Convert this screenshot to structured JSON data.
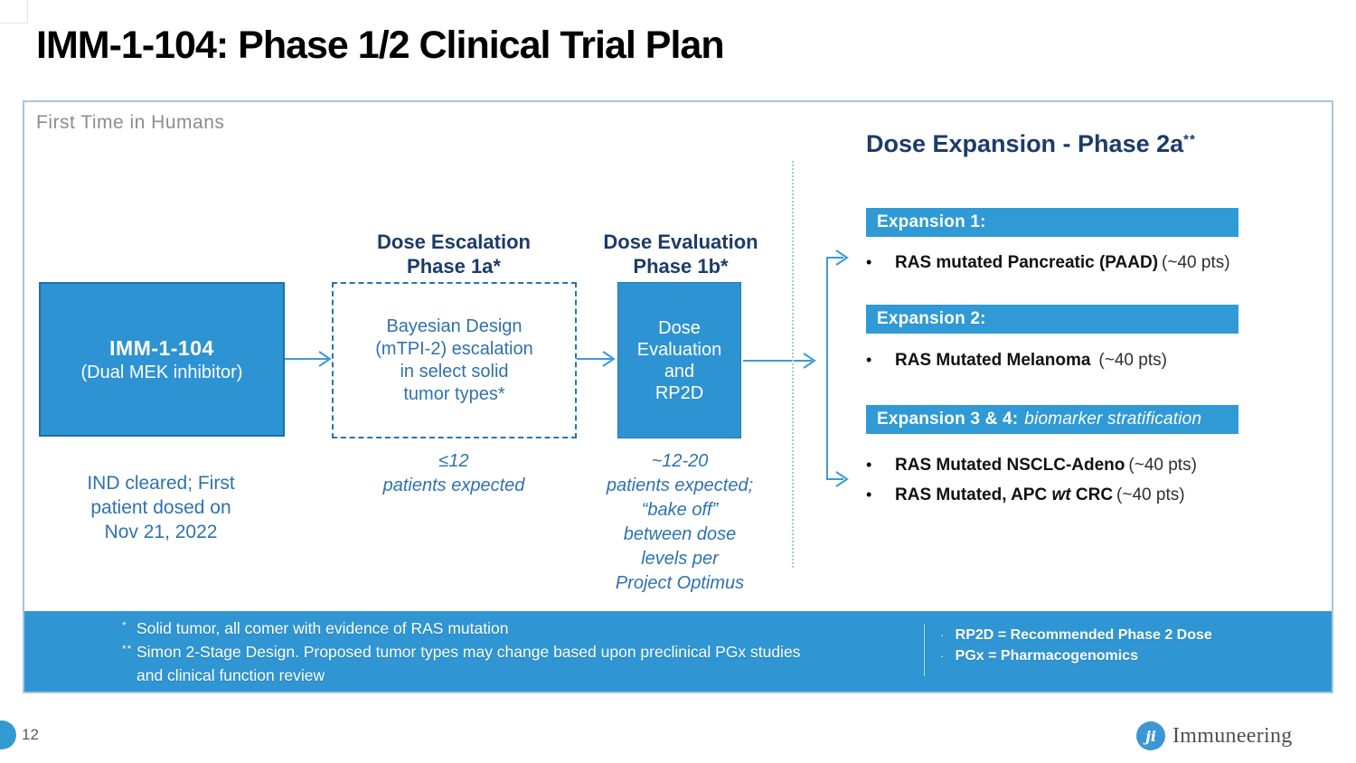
{
  "colors": {
    "box_blue": "#2e93d3",
    "bar_blue": "#2f9ad6",
    "band_blue": "#2f96d3",
    "heading_navy": "#1c3b69",
    "body_blue": "#2e72b0",
    "arrow_blue": "#3b99d8"
  },
  "slide": {
    "title": "IMM-1-104: Phase 1/2 Clinical Trial Plan",
    "frame_label": "First Time in Humans",
    "page_number": "12"
  },
  "flow": {
    "imm": {
      "title": "IMM-1-104",
      "subtitle": "(Dual MEK inhibitor)",
      "note_lines": [
        "IND cleared; First",
        "patient dosed on",
        "Nov 21, 2022"
      ]
    },
    "escalation": {
      "header_lines": [
        "Dose Escalation",
        "Phase 1a*"
      ],
      "body_lines": [
        "Bayesian Design",
        "(mTPI-2) escalation",
        "in select solid",
        "tumor types*"
      ],
      "note_lines": [
        "≤12",
        "patients expected"
      ]
    },
    "evaluation": {
      "header_lines": [
        "Dose Evaluation",
        "Phase 1b*"
      ],
      "body_lines": [
        "Dose",
        "Evaluation",
        "and",
        "RP2D"
      ],
      "note_lines": [
        "~12-20",
        "patients expected;",
        "“bake off”",
        "between dose",
        "levels per",
        "Project Optimus"
      ]
    }
  },
  "expansion": {
    "header": "Dose Expansion - Phase 2a",
    "header_sup": "**",
    "bar1_bold": "Expansion 1:",
    "bar2_bold": "Expansion 2:",
    "bar3_bold": "Expansion 3 & 4:",
    "bar3_italic": "biomarker stratification",
    "bullet1_bold": "RAS mutated Pancreatic (PAAD)",
    "bullet1_tail": "(~40 pts)",
    "bullet2_bold": "RAS Mutated Melanoma",
    "bullet2_tail": "(~40 pts)",
    "bullet3_bold": "RAS Mutated NSCLC-Adeno",
    "bullet3_tail": "(~40 pts)",
    "bullet4_bold_pre": "RAS Mutated, APC",
    "bullet4_italic": " wt ",
    "bullet4_bold_post": "CRC",
    "bullet4_tail": "(~40 pts)"
  },
  "footnotes": {
    "note1_sup": "*",
    "note1_text": "Solid tumor, all comer with evidence of RAS mutation",
    "note2_sup": "**",
    "note2_lines": [
      "Simon 2-Stage Design. Proposed tumor types may change based upon preclinical PGx studies",
      "and clinical function review"
    ],
    "legend": [
      {
        "text": "RP2D = Recommended Phase 2 Dose"
      },
      {
        "text": "PGx = Pharmacogenomics"
      }
    ]
  },
  "footer": {
    "brand": "Immuneering",
    "logo_glyph": "ji"
  }
}
